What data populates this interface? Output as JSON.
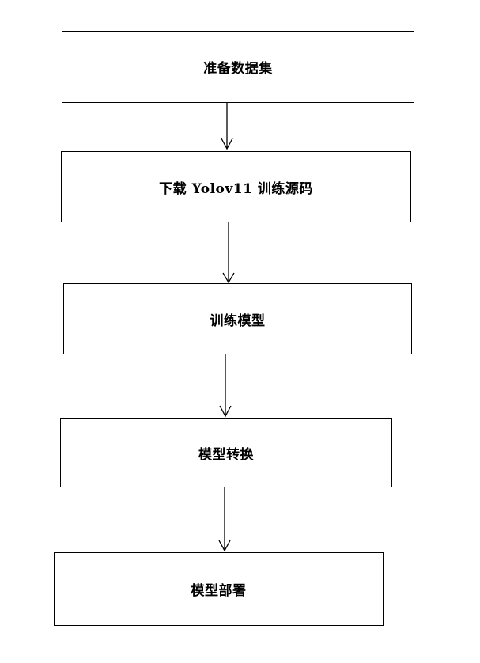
{
  "flowchart": {
    "steps": [
      {
        "label": "准备数据集"
      },
      {
        "label": "下载 Yolov11 训练源码"
      },
      {
        "label": "训练模型"
      },
      {
        "label": "模型转换"
      },
      {
        "label": "模型部署"
      }
    ],
    "colors": {
      "stroke": "#000000",
      "background": "#ffffff"
    }
  }
}
